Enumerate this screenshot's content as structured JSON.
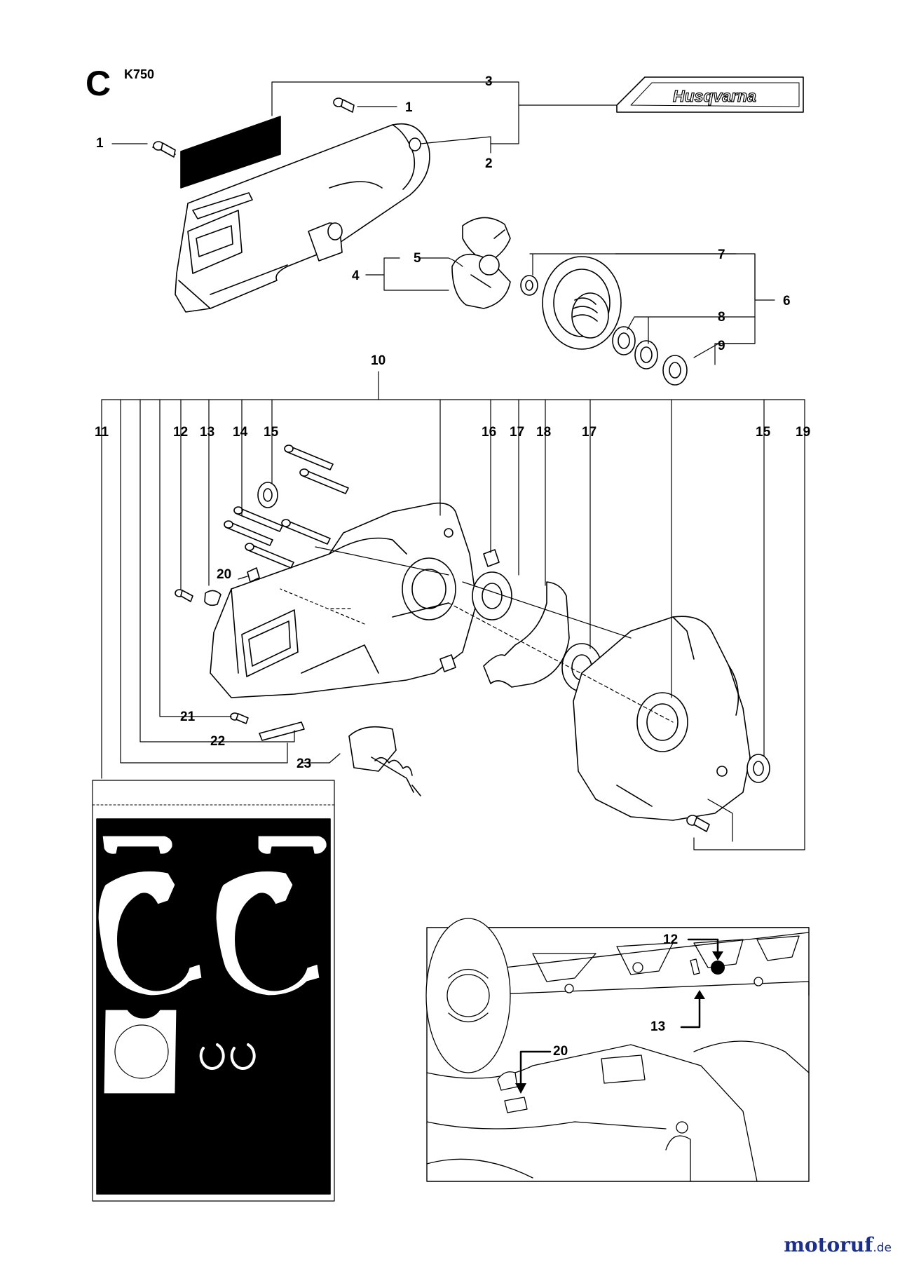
{
  "header": {
    "section_letter": "C",
    "model": "K750"
  },
  "brand": {
    "logo_text": "Husqvarna"
  },
  "watermark": {
    "text": "motoruf",
    "suffix": ".de",
    "color": "#1c2f8a"
  },
  "main_callouts": [
    {
      "key": "c1a",
      "text": "1"
    },
    {
      "key": "c1b",
      "text": "1"
    },
    {
      "key": "c2",
      "text": "2"
    },
    {
      "key": "c3",
      "text": "3"
    },
    {
      "key": "c4",
      "text": "4"
    },
    {
      "key": "c5",
      "text": "5"
    },
    {
      "key": "c6",
      "text": "6"
    },
    {
      "key": "c7",
      "text": "7"
    },
    {
      "key": "c8",
      "text": "8"
    },
    {
      "key": "c9",
      "text": "9"
    },
    {
      "key": "c10",
      "text": "10"
    },
    {
      "key": "c11",
      "text": "11"
    },
    {
      "key": "c12",
      "text": "12"
    },
    {
      "key": "c13",
      "text": "13"
    },
    {
      "key": "c14",
      "text": "14"
    },
    {
      "key": "c15a",
      "text": "15"
    },
    {
      "key": "c16",
      "text": "16"
    },
    {
      "key": "c17a",
      "text": "17"
    },
    {
      "key": "c18",
      "text": "18"
    },
    {
      "key": "c17b",
      "text": "17"
    },
    {
      "key": "c15b",
      "text": "15"
    },
    {
      "key": "c19",
      "text": "19"
    },
    {
      "key": "c20",
      "text": "20"
    },
    {
      "key": "c21",
      "text": "21"
    },
    {
      "key": "c22",
      "text": "22"
    },
    {
      "key": "c23",
      "text": "23"
    }
  ],
  "inset_callouts": [
    {
      "key": "i12",
      "text": "12"
    },
    {
      "key": "i13",
      "text": "13"
    },
    {
      "key": "i20",
      "text": "20"
    }
  ]
}
